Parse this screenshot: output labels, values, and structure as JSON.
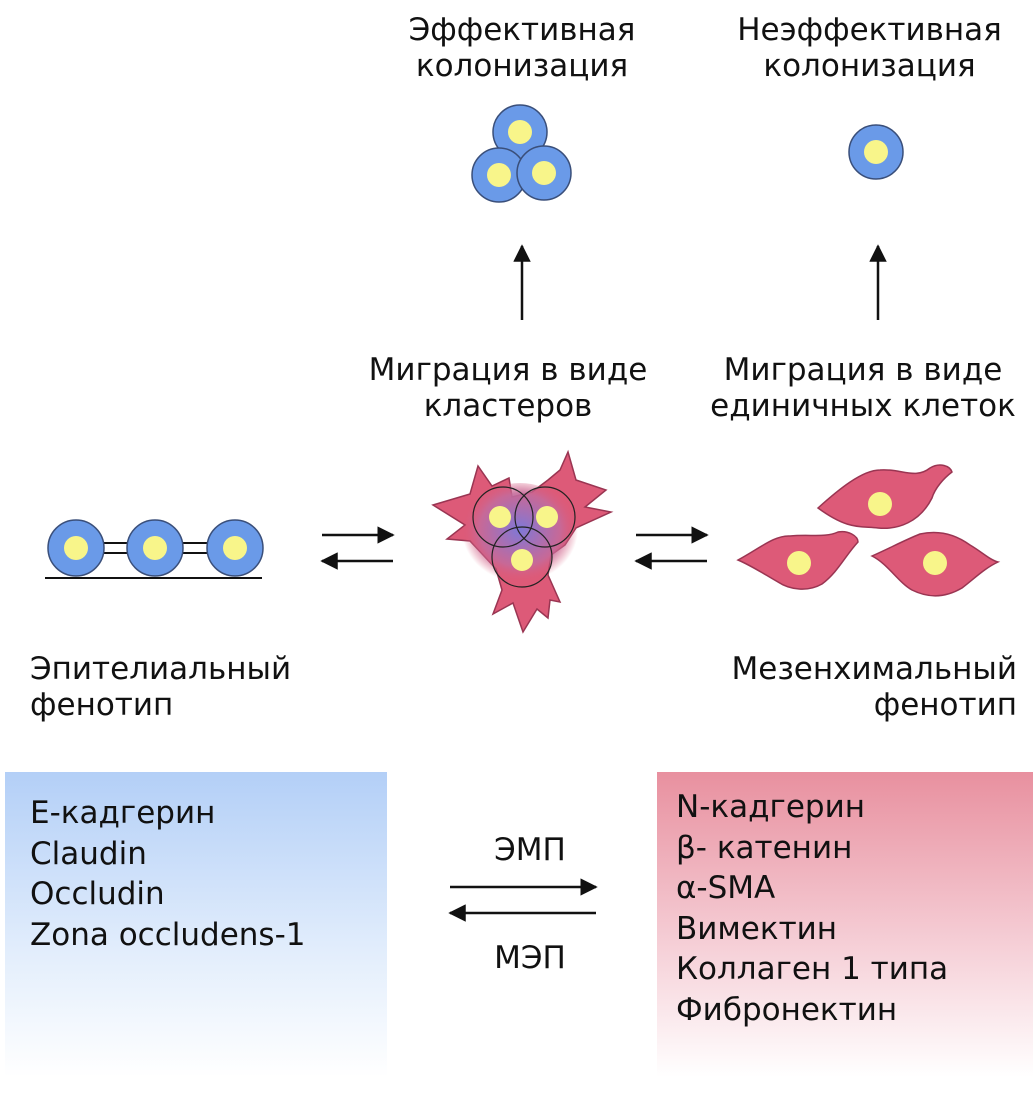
{
  "colors": {
    "epithelial_cell": "#6a9ae8",
    "nucleus": "#f8f58a",
    "mesenchymal_cell": "#dd5a78",
    "epithelial_box": "#b3cff7",
    "mesenchymal_box": "#e8909f"
  },
  "top": {
    "effective_colonization": {
      "line1": "Эффективная",
      "line2": "колонизация"
    },
    "ineffective_colonization": {
      "line1": "Неэффективная",
      "line2": "колонизация"
    }
  },
  "middle": {
    "cluster_migration": {
      "line1": "Миграция в виде",
      "line2": "кластеров"
    },
    "single_migration": {
      "line1": "Миграция в виде",
      "line2": "единичных клеток"
    }
  },
  "phenotypes": {
    "epithelial": {
      "line1": "Эпителиальный",
      "line2": "фенотип"
    },
    "mesenchymal": {
      "line1": "Мезенхимальный",
      "line2": "фенотип"
    }
  },
  "transition": {
    "emt": "ЭМП",
    "met": "МЭП"
  },
  "epithelial_markers": [
    "E-кадгерин",
    "Claudin",
    "Occludin",
    "Zona occludens-1"
  ],
  "mesenchymal_markers": [
    "N-кадгерин",
    "β- катенин",
    "α-SMA",
    "Вимектин",
    "Коллаген 1 типа",
    "Фибронектин"
  ]
}
